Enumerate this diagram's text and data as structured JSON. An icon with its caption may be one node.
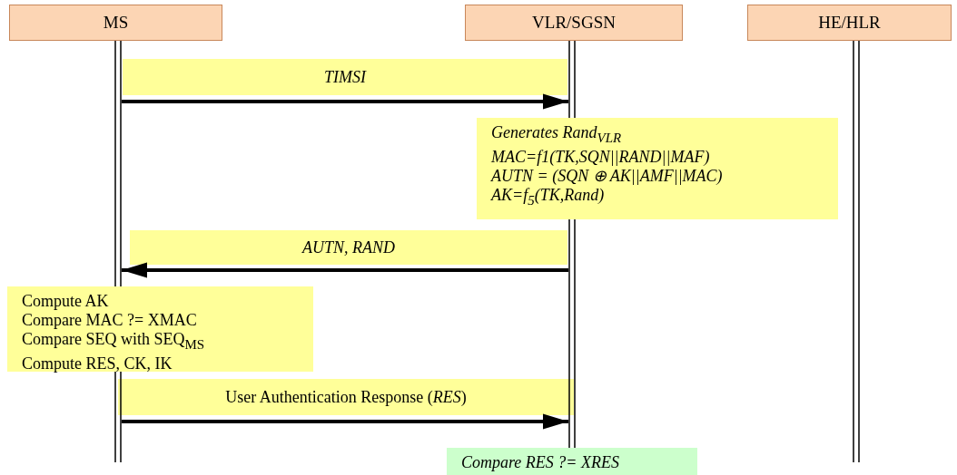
{
  "diagram": {
    "nodes": [
      {
        "text": [
          "MS"
        ]
      },
      {
        "text": [
          "VLR/SGSN"
        ]
      },
      {
        "text": [
          "HE/HLR"
        ]
      },
      {
        "text": [
          "Generates Rand$_{VLR}$",
          "MAC=f1(TK,SQN||RAND||MAF)",
          "AUTN = (SQN ⊕ AK||AMF||MAC)",
          "AK=f$_{5}$(TK,Rand)"
        ]
      },
      {
        "text": [
          "Compute AK",
          "Compare MAC ?= XMAC",
          "Compare SEQ with SEQ$_{MS}$",
          "Compute RES, CK, IK"
        ]
      },
      {
        "text": [
          "Compare RES ?= XRES"
        ]
      }
    ],
    "edges": [
      {
        "from": 0,
        "to": 1,
        "arrow": "to",
        "label": "TIMSI"
      },
      {
        "from": 1,
        "to": 0,
        "arrow": "to",
        "label": "AUTN, RAND"
      },
      {
        "from": 0,
        "to": 1,
        "arrow": "to",
        "label": "User Authentication Response (*RES*)"
      }
    ]
  }
}
